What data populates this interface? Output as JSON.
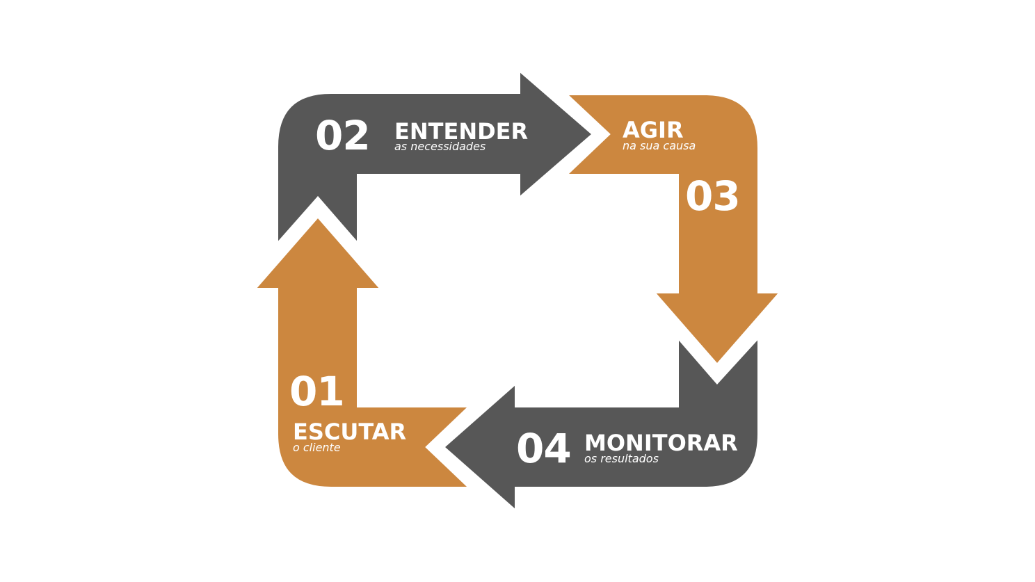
{
  "colors": {
    "orange": "#cc873f",
    "gray": "#575757",
    "text": "#ffffff",
    "background": "#ffffff"
  },
  "steps": [
    {
      "number": "01",
      "title": "ESCUTAR",
      "subtitle": "o cliente"
    },
    {
      "number": "02",
      "title": "ENTENDER",
      "subtitle": "as necessidades"
    },
    {
      "number": "03",
      "title": "AGIR",
      "subtitle": "na sua causa"
    },
    {
      "number": "04",
      "title": "MONITORAR",
      "subtitle": "os resultados"
    }
  ]
}
